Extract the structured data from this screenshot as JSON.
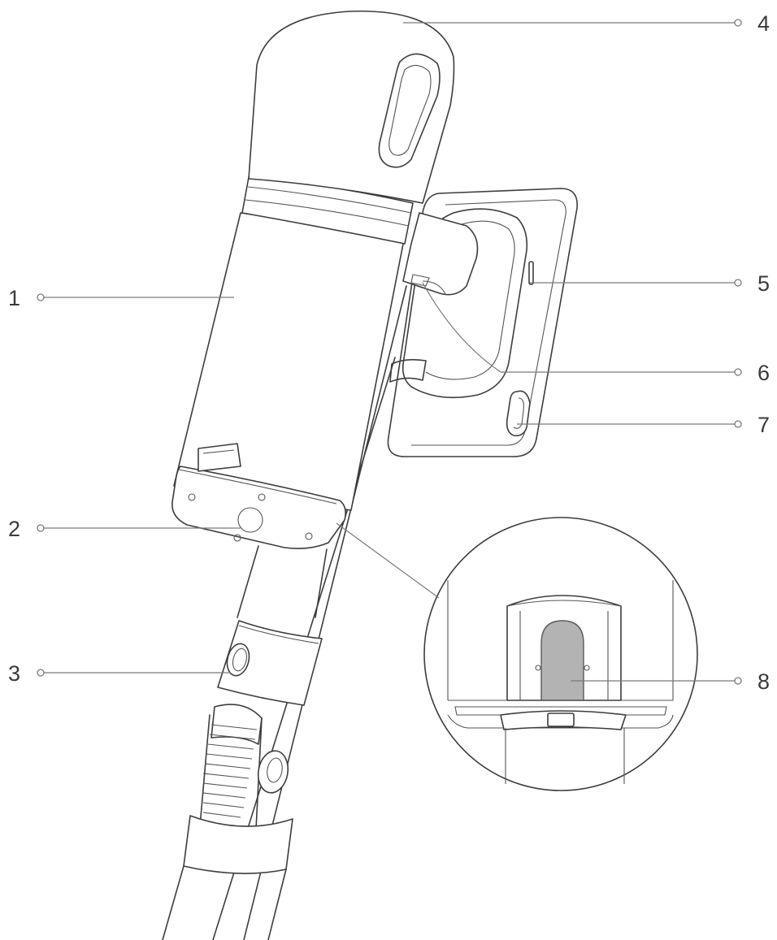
{
  "diagram": {
    "callouts": [
      {
        "id": "1",
        "label": "1"
      },
      {
        "id": "2",
        "label": "2"
      },
      {
        "id": "3",
        "label": "3"
      },
      {
        "id": "4",
        "label": "4"
      },
      {
        "id": "5",
        "label": "5"
      },
      {
        "id": "6",
        "label": "6"
      },
      {
        "id": "7",
        "label": "7"
      },
      {
        "id": "8",
        "label": "8"
      }
    ],
    "colors": {
      "line": "#3d3d3d",
      "leader": "#7a7a7a",
      "contact_fill": "#b3b3b3",
      "background": "#ffffff"
    }
  }
}
